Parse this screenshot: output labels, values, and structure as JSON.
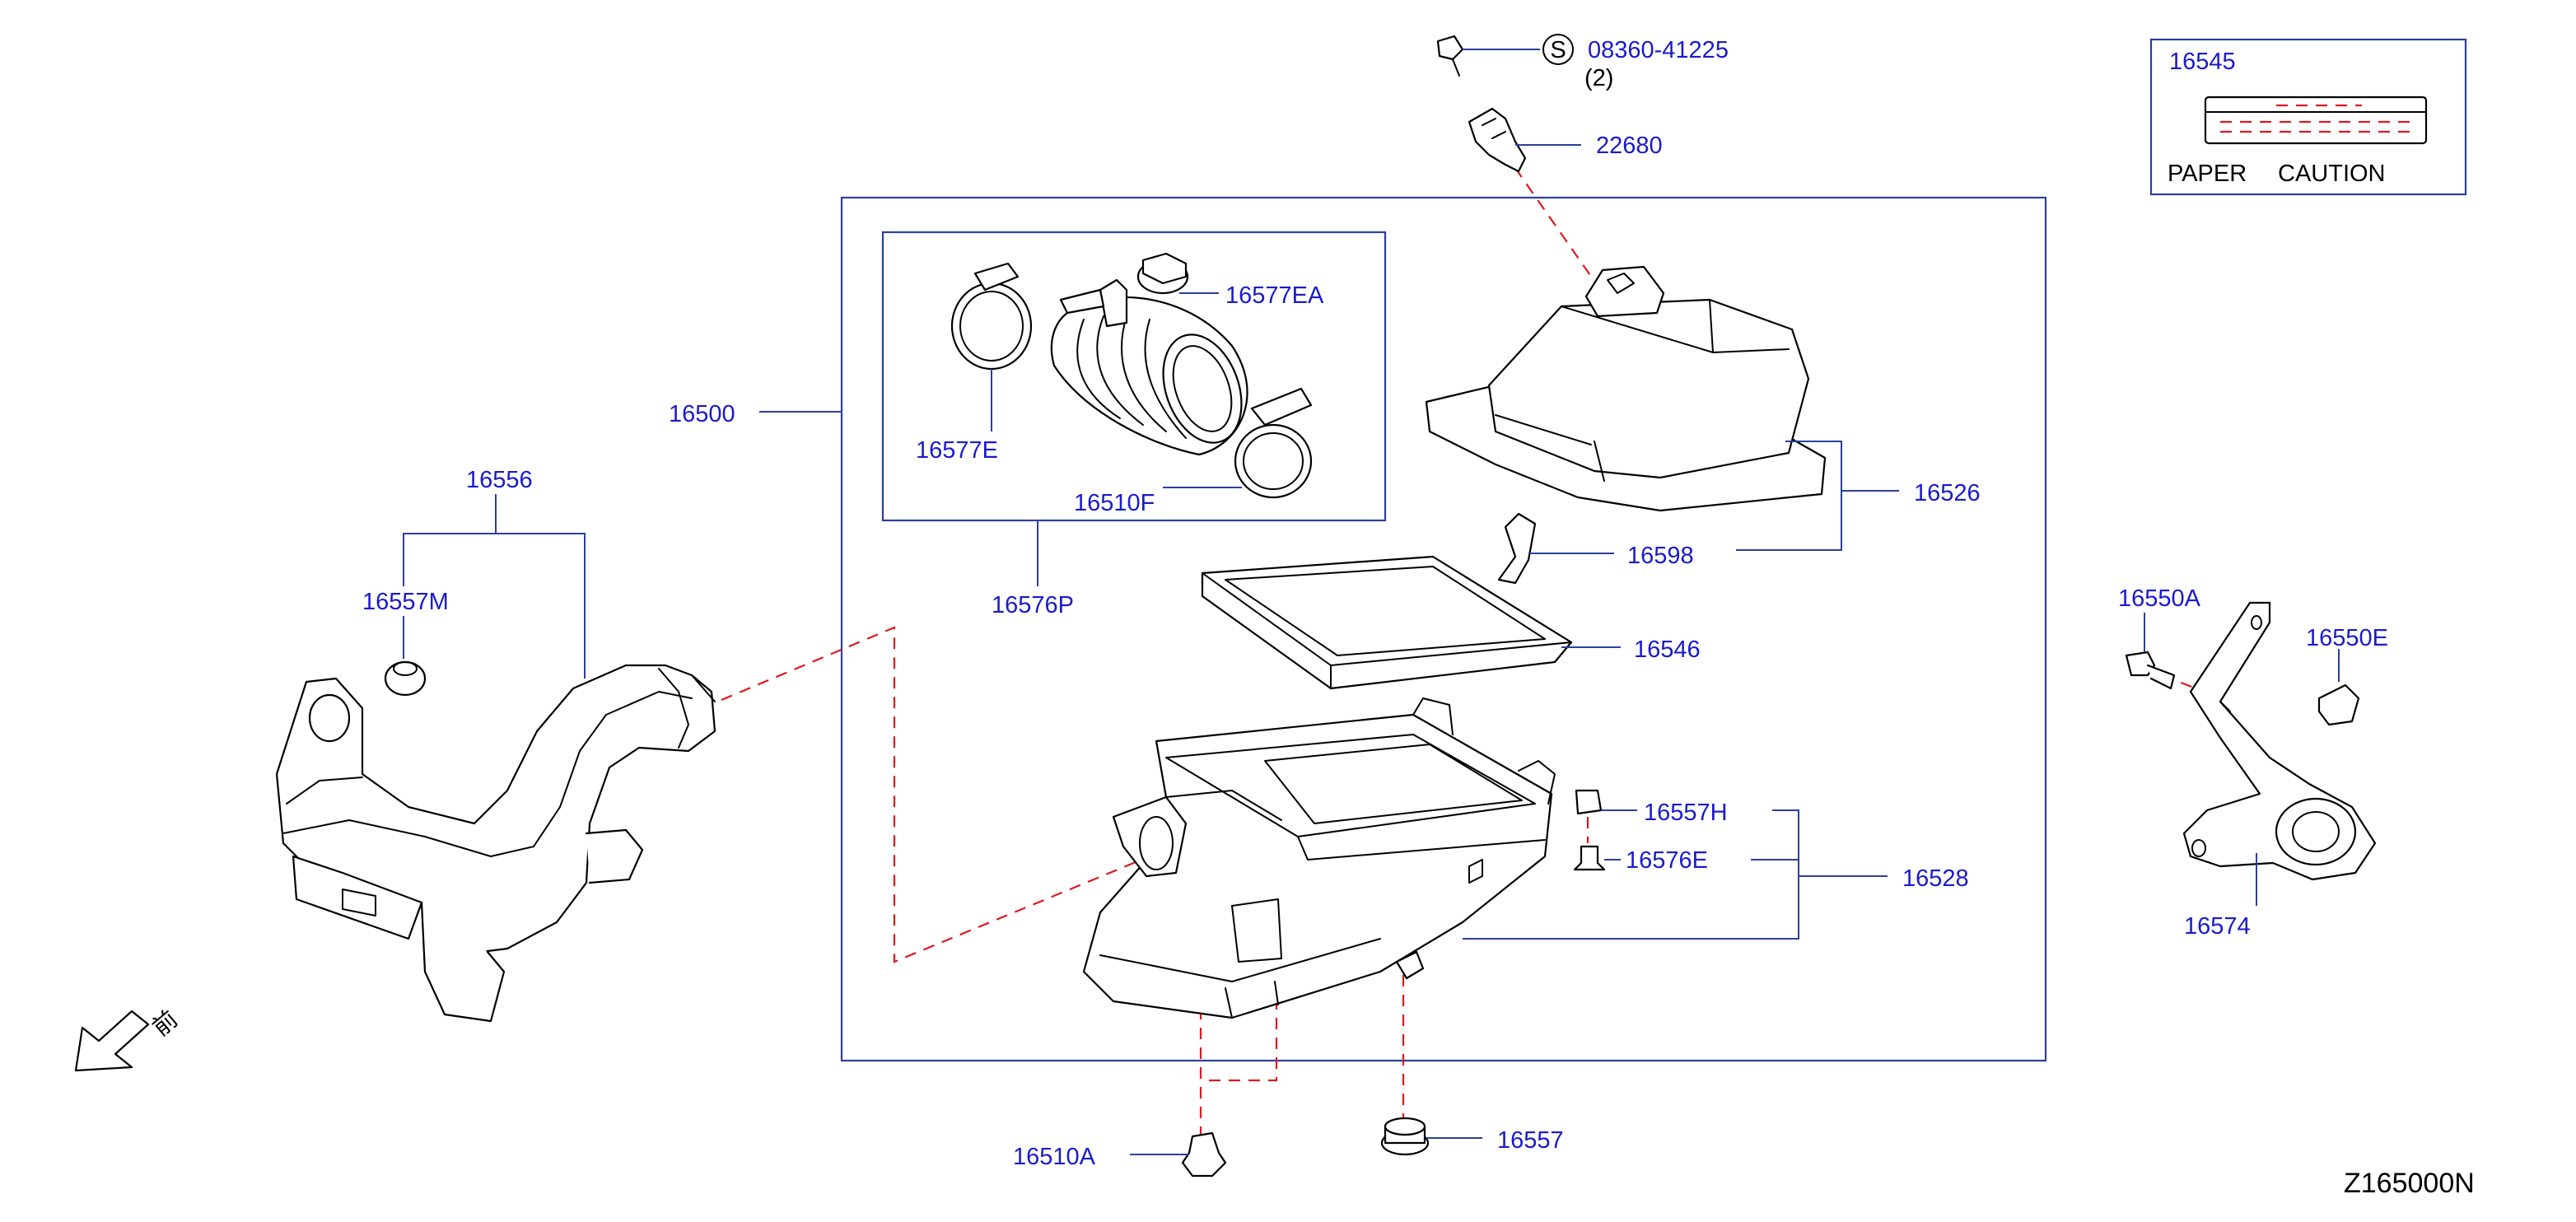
{
  "labels": {
    "bolt_spec": "08360-41225",
    "bolt_qty": "(2)",
    "bolt_s": "S",
    "sensor": "22680",
    "caution_num": "16545",
    "caution_paper": "PAPER",
    "caution_caution": "CAUTION",
    "clamp_ea": "16577EA",
    "clamp_e": "16577E",
    "duct_f": "16510F",
    "kit": "16576P",
    "assembly": "16500",
    "cover": "16526",
    "clip_598": "16598",
    "filter": "16546",
    "duct_556": "16556",
    "mount_m": "16557M",
    "mount_h": "16557H",
    "bushing_e": "16576E",
    "lower": "16528",
    "bolt_a": "16550A",
    "clip_e": "16550E",
    "bracket": "16574",
    "clip_a": "16510A",
    "grommet": "16557",
    "front_glyph": "前",
    "diagram_ref": "Z165000N"
  },
  "colors": {
    "callout": "#1a1acc",
    "leader": "#2b3f9e",
    "phantom_line": "#e0181e",
    "part_outline": "#000000"
  }
}
